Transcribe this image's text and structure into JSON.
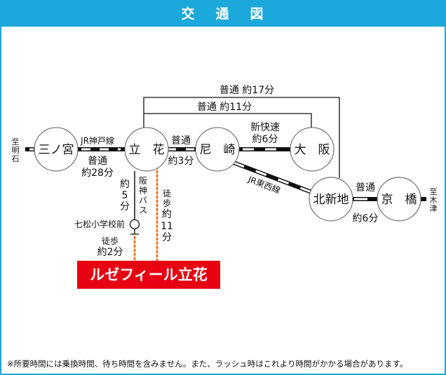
{
  "header": {
    "title_chars": [
      "交",
      "通",
      "図"
    ]
  },
  "stations": {
    "sannomiya": "三ノ宮",
    "tachibana": "立　花",
    "amagasaki": "尼　崎",
    "osaka": "大　阪",
    "kitashinchi": "北新地",
    "kyobashi": "京　橋"
  },
  "directions": {
    "akashi": [
      "至",
      "明",
      "石"
    ],
    "kizu": [
      "至",
      "木",
      "津"
    ]
  },
  "routes": {
    "jr_kobe_line": "JR神戸線",
    "tachibana_sannomiya_type": "普通",
    "tachibana_sannomiya_time": "約28分",
    "tachibana_amagasaki_type": "普通",
    "tachibana_amagasaki_time": "約3分",
    "amagasaki_osaka_type": "新快速",
    "amagasaki_osaka_time": "約6分",
    "tachibana_osaka": "普通 約11分",
    "tachibana_kitashinchi": "普通 約17分",
    "jr_tozai_line": "JR東西線",
    "kitashinchi_kyobashi_type": "普通",
    "kitashinchi_kyobashi_time": "約6分",
    "bus_name": [
      "阪",
      "神",
      "バ",
      "ス"
    ],
    "bus_time": [
      "約",
      "5",
      "分"
    ],
    "bus_stop": "七松小学校前",
    "walk_short_label": "徒歩",
    "walk_short_time": "約2分",
    "walk_long": [
      "徒",
      "歩",
      "約",
      "11",
      "分"
    ]
  },
  "destination": "ルゼフィール立花",
  "footnote": "※所要時間には乗換時間、待ち時間を含みません。また、ラッシュ時はこれより時間がかかる場合があります。",
  "colors": {
    "header": "#1ba8da",
    "destination": "#e60012",
    "walk": "#f07828"
  }
}
